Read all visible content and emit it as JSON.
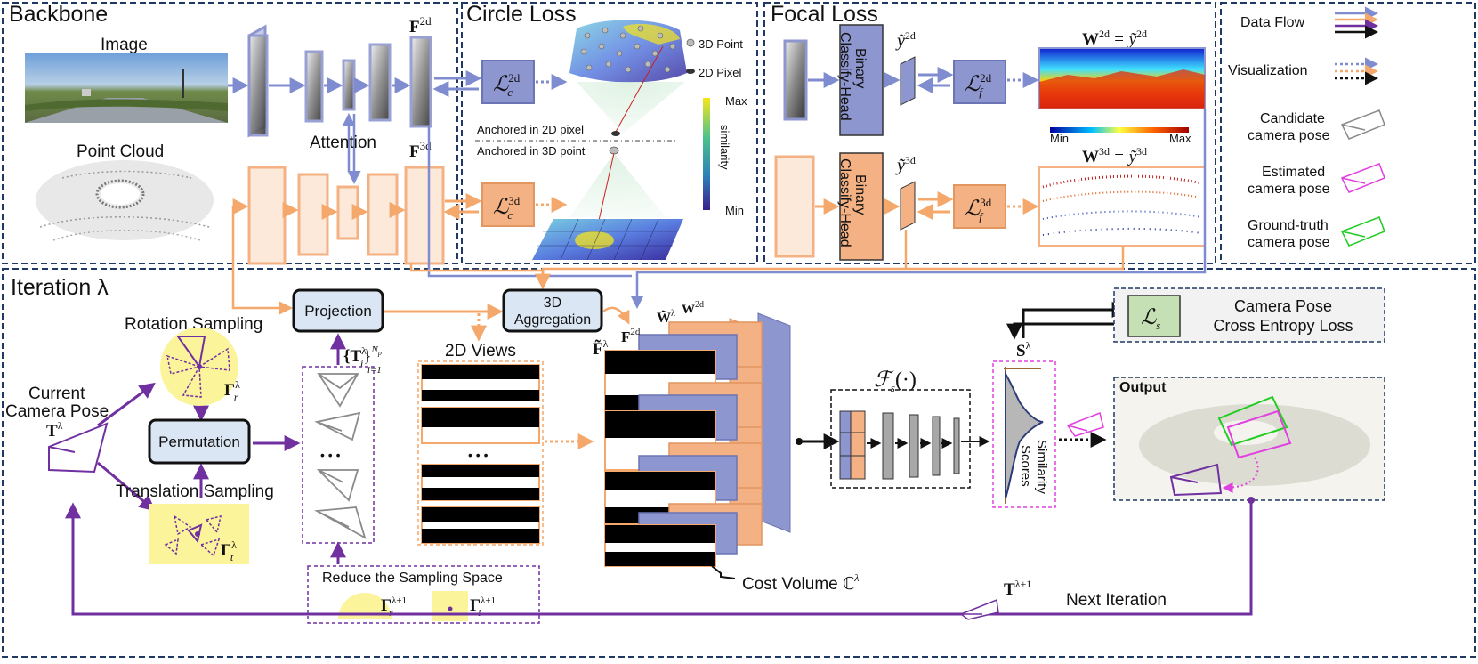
{
  "sections": {
    "backbone": "Backbone",
    "circle_loss": "Circle Loss",
    "focal_loss": "Focal Loss",
    "iteration": "Iteration λ"
  },
  "backbone": {
    "image_label": "Image",
    "point_cloud_label": "Point Cloud",
    "attention_label": "Attention",
    "f2d": "F",
    "f2d_sup": "2d",
    "f3d": "F",
    "f3d_sup": "3d"
  },
  "circle_loss": {
    "lc2d": "ℒ",
    "lc2d_sup": "2d",
    "lc2d_sub": "c",
    "lc3d": "ℒ",
    "lc3d_sup": "3d",
    "lc3d_sub": "c",
    "legend_3d_point": "3D Point",
    "legend_2d_pixel": "2D Pixel",
    "anchored_2d": "Anchored in 2D pixel",
    "anchored_3d": "Anchored in 3D point",
    "colorbar_max": "Max",
    "colorbar_min": "Min",
    "colorbar_label": "similarity"
  },
  "focal_loss": {
    "head_label_line1": "Binary",
    "head_label_line2": "Classify-Head",
    "y2d": "ỹ",
    "y2d_sup": "2d",
    "y3d": "ỹ",
    "y3d_sup": "3d",
    "lf2d": "ℒ",
    "lf2d_sup": "2d",
    "lf2d_sub": "f",
    "lf3d": "ℒ",
    "lf3d_sup": "3d",
    "lf3d_sub": "f",
    "w2d_eq": "W",
    "w2d_sup": "2d",
    "w2d_rhs": "= ỹ",
    "w2d_rhs_sup": "2d",
    "w3d_eq": "W",
    "w3d_sup": "3d",
    "w3d_rhs": "= ỹ",
    "w3d_rhs_sup": "3d",
    "colorbar_min": "Min",
    "colorbar_max": "Max"
  },
  "legend": {
    "data_flow": "Data Flow",
    "visualization": "Visualization",
    "candidate_line1": "Candidate",
    "candidate_line2": "camera pose",
    "estimated_line1": "Estimated",
    "estimated_line2": "camera pose",
    "ground_truth_line1": "Ground-truth",
    "ground_truth_line2": "camera pose"
  },
  "iteration": {
    "current_pose_line1": "Current",
    "current_pose_line2": "Camera Pose",
    "t_lambda": "T",
    "t_lambda_sup": "λ",
    "rotation_sampling": "Rotation Sampling",
    "gamma_r": "Γ",
    "gamma_r_sup": "λ",
    "gamma_r_sub": "r",
    "permutation": "Permutation",
    "translation_sampling": "Translation Sampling",
    "gamma_t": "Γ",
    "gamma_t_sup": "λ",
    "gamma_t_sub": "t",
    "projection": "Projection",
    "ti_set": "{T",
    "ti_set_sup": "λ",
    "ti_set_sub": "i",
    "ti_set_close": "}",
    "ti_set_range_sup": "N",
    "ti_set_range_sup_sub": "p",
    "ti_set_range_sub": "i=1",
    "dots": "• • •",
    "views_2d": "2D Views",
    "aggregation_line1": "3D",
    "aggregation_line2": "Aggregation",
    "f_lambda": "F̃",
    "f_lambda_sup": "λ",
    "f2d": "F",
    "f2d_sup": "2d",
    "w_lambda": "W̃",
    "w_lambda_sup": "λ",
    "w2d": "W",
    "w2d_sup": "2d",
    "cost_volume": "Cost Volume ℂ",
    "cost_volume_sup": "λ",
    "fs": "ℱ",
    "fs_sub": "s",
    "fs_args": "(·)",
    "s_lambda": "S",
    "s_lambda_sup": "λ",
    "similarity_line1": "Similarity",
    "similarity_line2": "Scores",
    "ls": "ℒ",
    "ls_sub": "s",
    "ce_line1": "Camera Pose",
    "ce_line2": "Cross Entropy Loss",
    "output": "Output",
    "reduce": "Reduce the Sampling Space",
    "gamma_r_next": "Γ",
    "gamma_r_next_sup": "λ+1",
    "gamma_r_next_sub": "r",
    "gamma_l_next": "Γ",
    "gamma_l_next_sup": "λ+1",
    "gamma_l_next_sub": "l",
    "t_next": "T",
    "t_next_sup": "λ+1",
    "next_iteration": "Next Iteration"
  },
  "colors": {
    "blue": "#8e96cf",
    "blue_line": "#7f8ccf",
    "orange": "#f4b183",
    "orange_line": "#f4a86b",
    "purple": "#7030a0",
    "green_box": "#c5e0b4",
    "yellow": "#fbf49a",
    "magenta": "#e040e0",
    "green": "#22cc22",
    "gray_pose": "#8a8a8a"
  }
}
